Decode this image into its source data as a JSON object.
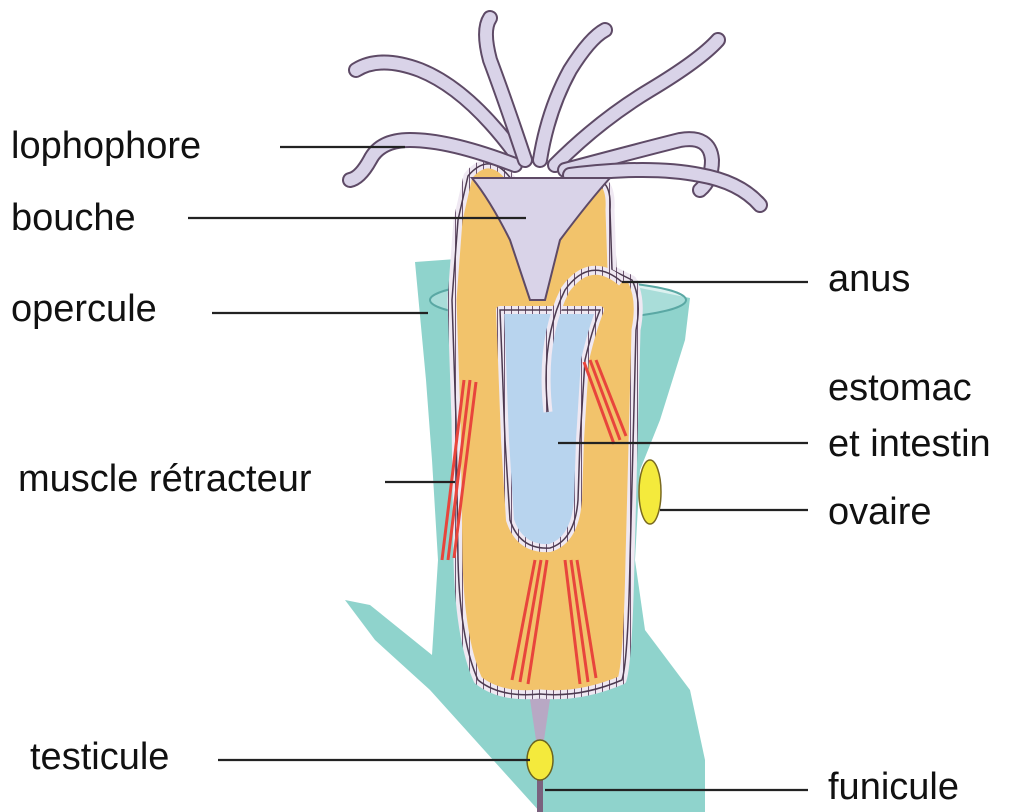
{
  "diagram": {
    "labels": {
      "lophophore": "lophophore",
      "bouche": "bouche",
      "opercule": "opercule",
      "muscle": "muscle rétracteur",
      "testicule": "testicule",
      "anus": "anus",
      "estomac_line1": "estomac",
      "estomac_line2": "et intestin",
      "ovaire": "ovaire",
      "funicule": "funicule"
    },
    "colors": {
      "zooecium": "#8fd3cc",
      "coelom": "#f2c36b",
      "tentacles": "#d9d3e8",
      "gut": "#b8d4ee",
      "wall": "#8a6e8c",
      "muscle": "#e8453c",
      "gonad": "#f4ea3c",
      "leader": "#222222"
    }
  }
}
